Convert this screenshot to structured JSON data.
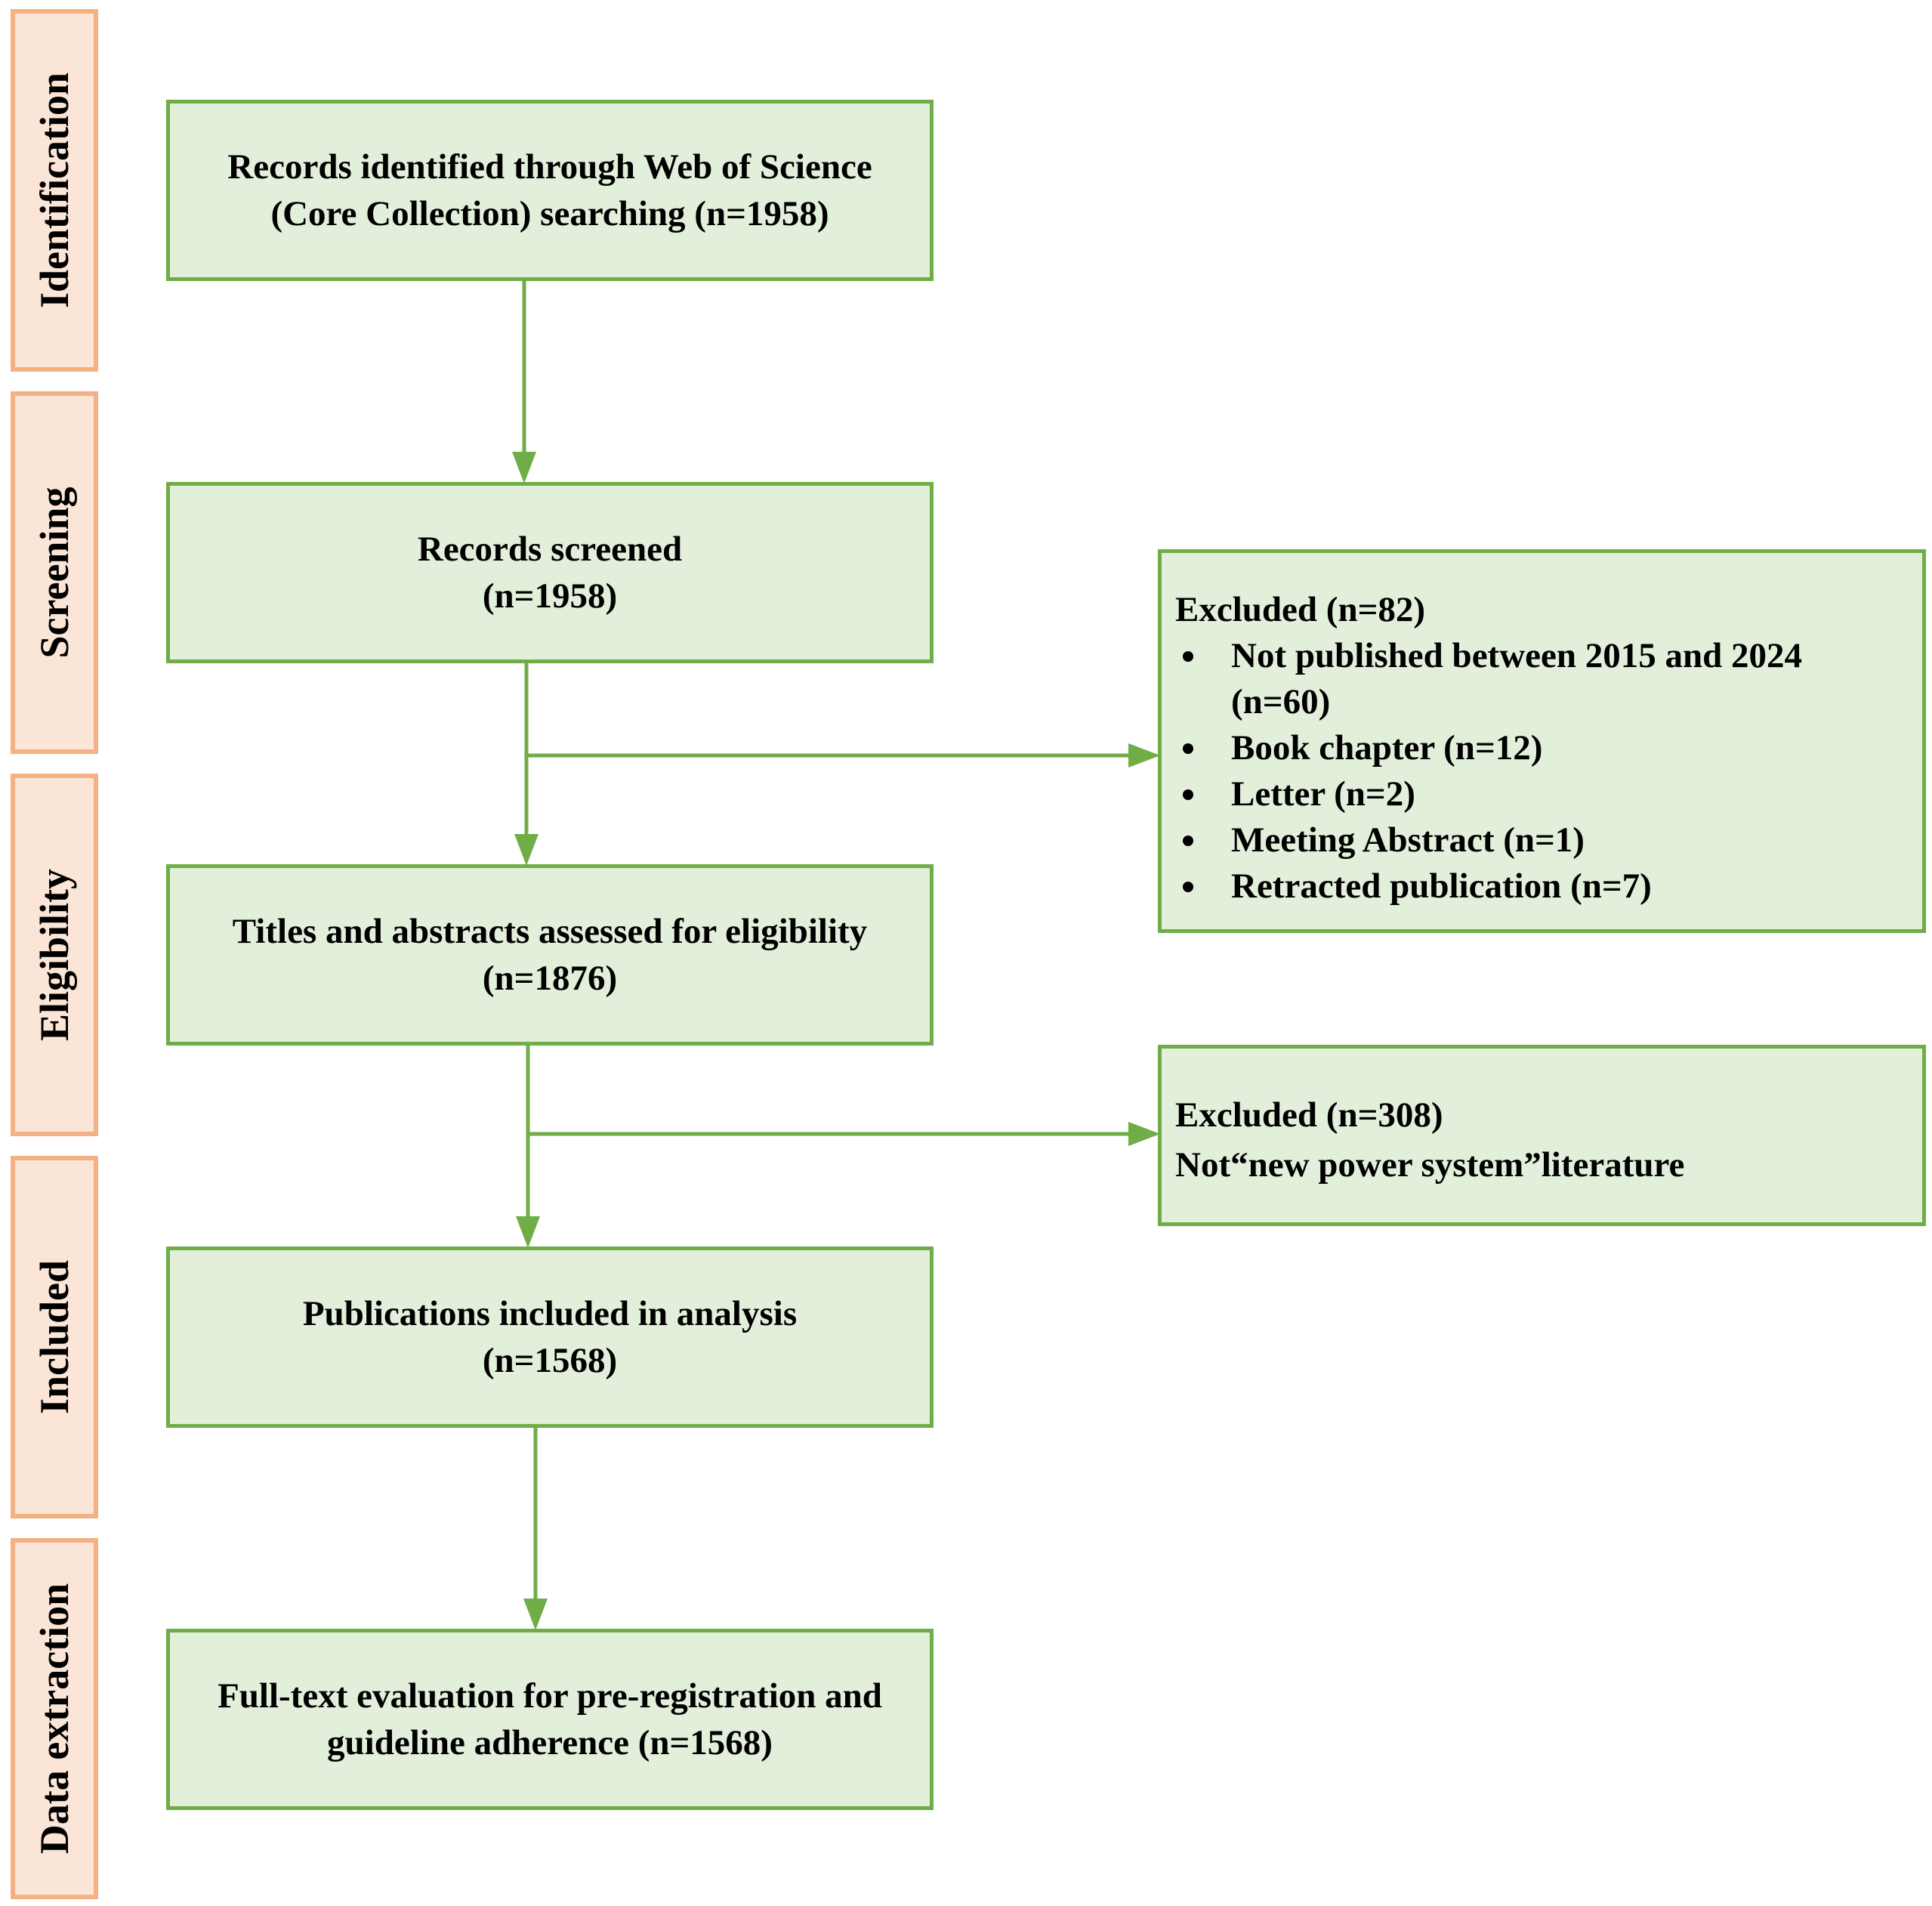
{
  "stages": [
    "Identification",
    "Screening",
    "Eligibility",
    "Included",
    "Data extraction"
  ],
  "boxes": {
    "identified": [
      "Records identified through Web of Science",
      "(Core Collection) searching (n=1958)"
    ],
    "screened": [
      "Records screened",
      "(n=1958)"
    ],
    "eligibility": [
      "Titles and abstracts assessed for eligibility",
      "(n=1876)"
    ],
    "included": [
      "Publications included in analysis",
      "(n=1568)"
    ],
    "extraction": [
      "Full-text evaluation for pre-registration and",
      "guideline adherence (n=1568)"
    ]
  },
  "excluded1": {
    "title": "Excluded (n=82)",
    "items": [
      [
        "Not published between 2015 and 2024",
        "(n=60)"
      ],
      [
        "Book chapter (n=12)"
      ],
      [
        "Letter (n=2)"
      ],
      [
        "Meeting Abstract (n=1)"
      ],
      [
        "Retracted publication (n=7)"
      ]
    ]
  },
  "excluded2": {
    "title": "Excluded (n=308)",
    "text": "Not“new power system”literature"
  },
  "colors": {
    "box_fill": "#e2efda",
    "box_border": "#70ad47",
    "stage_fill": "#fbe5d6",
    "stage_border": "#f4b183"
  }
}
